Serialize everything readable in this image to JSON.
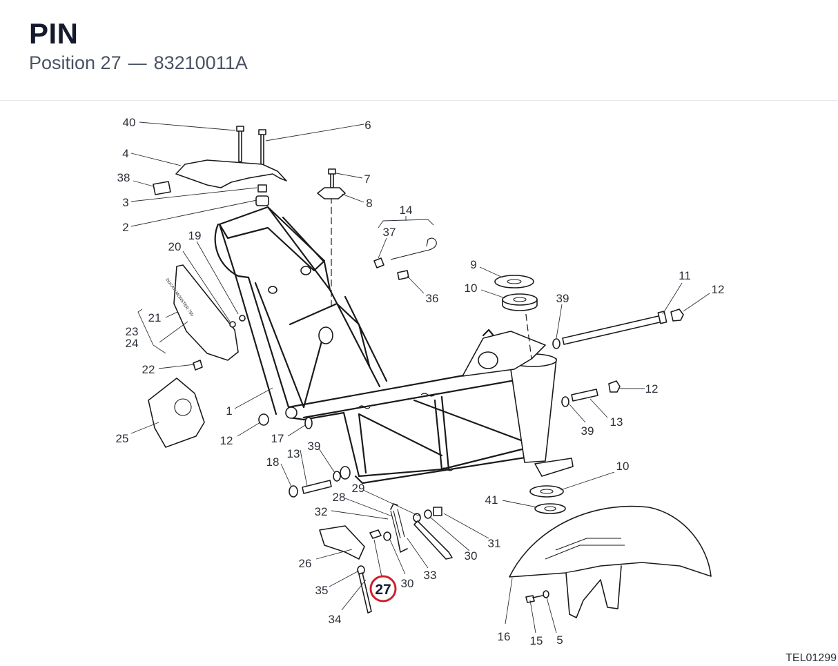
{
  "header": {
    "title": "PIN",
    "position_label": "Position 27",
    "separator": "—",
    "part_number": "83210011A"
  },
  "diagram": {
    "highlighted_label": "27",
    "drawing_code": "TEL01299",
    "decal_text": "DUCATI MONSTER 750",
    "highlight_color": "#d01f2b",
    "labels": [
      "40",
      "6",
      "4",
      "38",
      "3",
      "2",
      "7",
      "8",
      "14",
      "37",
      "36",
      "9",
      "10",
      "11",
      "12",
      "39",
      "19",
      "20",
      "21",
      "23",
      "24",
      "22",
      "25",
      "1",
      "12",
      "17",
      "13",
      "12",
      "39",
      "13",
      "10",
      "18",
      "39",
      "41",
      "28",
      "29",
      "32",
      "31",
      "30",
      "30",
      "26",
      "35",
      "27",
      "33",
      "34",
      "16",
      "15",
      "5"
    ]
  }
}
